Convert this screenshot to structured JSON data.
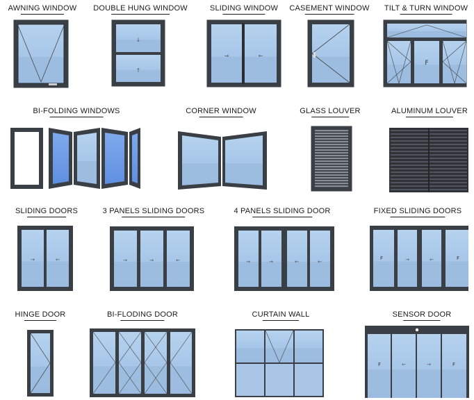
{
  "palette": {
    "frame": "#3a3f46",
    "glass_top": "#a9c8e8",
    "glass_bottom": "#9fbfe0",
    "glass_blue": "#6f9ee6",
    "louver_light": "#7c8087",
    "louver_dark": "#2f3338"
  },
  "items": [
    {
      "label": "AWNING WINDOW"
    },
    {
      "label": "DOUBLE HUNG WINDOW"
    },
    {
      "label": "SLIDING WINDOW"
    },
    {
      "label": "CASEMENT WINDOW"
    },
    {
      "label": "TILT & TURN WINDOW"
    },
    {
      "label": "BI-FOLDING WINDOWS"
    },
    {
      "label": "CORNER WINDOW"
    },
    {
      "label": "GLASS LOUVER"
    },
    {
      "label": "ALUMINUM LOUVER"
    },
    {
      "label": "SLIDING DOORS"
    },
    {
      "label": "3 PANELS SLIDING DOORS"
    },
    {
      "label": "4 PANELS SLIDING DOOR"
    },
    {
      "label": "FIXED SLIDING DOORS"
    },
    {
      "label": "HINGE DOOR"
    },
    {
      "label": "BI-FLODING DOOR"
    },
    {
      "label": "CURTAIN WALL"
    },
    {
      "label": "SENSOR DOOR"
    }
  ]
}
